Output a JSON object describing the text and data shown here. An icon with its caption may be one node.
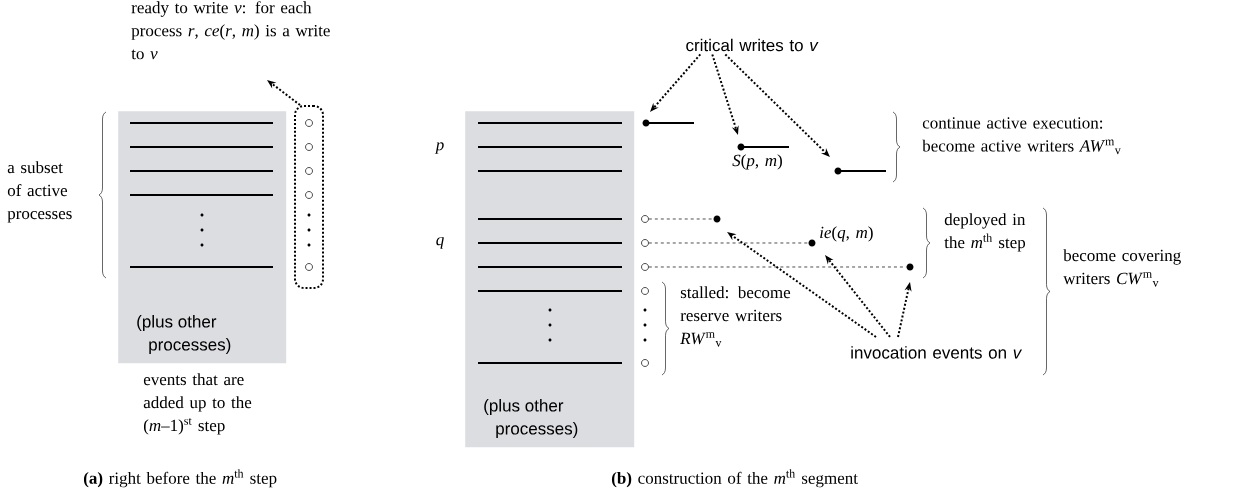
{
  "diagram": {
    "nodes": [
      {
        "text": [
          "ready to write *v*: for each process *r*, *ce*(*r*, *m*) is a write to *v*"
        ]
      },
      {
        "text": [],
        "shape": "box"
      },
      {
        "text": [
          "(plus other processes)"
        ],
        "beside": [
          "events that are added up to the (*m*–1)$^{st}$ step"
        ]
      },
      {
        "text": [
          "(plus other processes)"
        ]
      },
      {
        "text": [
          "critical writes to *v*"
        ]
      },
      {
        "text": [],
        "shape": "dot"
      },
      {
        "text": [],
        "shape": "dot",
        "beside": [
          "*S*(*p*, *m*)"
        ]
      },
      {
        "text": [],
        "shape": "dot"
      },
      {
        "text": [],
        "shape": "circle"
      },
      {
        "text": [],
        "shape": "circle"
      },
      {
        "text": [],
        "shape": "circle"
      },
      {
        "text": [],
        "shape": "dot"
      },
      {
        "text": [],
        "shape": "dot",
        "beside": [
          "*ie*(*q*, *m*)"
        ]
      },
      {
        "text": [],
        "shape": "dot"
      },
      {
        "text": [
          "invocation events on *v*"
        ]
      }
    ],
    "edges": [
      {
        "from": 1,
        "to": 0,
        "arrow": "to"
      },
      {
        "from": 4,
        "to": 5,
        "arrow": "to"
      },
      {
        "from": 4,
        "to": 6,
        "arrow": "to"
      },
      {
        "from": 4,
        "to": 7,
        "arrow": "to"
      },
      {
        "from": 8,
        "to": 11,
        "arrow": "none",
        "style": "dashed"
      },
      {
        "from": 9,
        "to": 12,
        "arrow": "none",
        "style": "dashed"
      },
      {
        "from": 10,
        "to": 13,
        "arrow": "none",
        "style": "dashed"
      },
      {
        "from": 14,
        "to": 11,
        "arrow": "to"
      },
      {
        "from": 14,
        "to": 12,
        "arrow": "to"
      },
      {
        "from": 14,
        "to": 13,
        "arrow": "to"
      }
    ],
    "labels": [
      "a subset of active processes",
      "**(a)** right before the *m*$^{th}$ step",
      "*p*",
      "*q*",
      "continue active execution: become active writers *AW*$^{m}$$_{v}$",
      "deployed in the *m*$^{th}$ step",
      "stalled: become reserve writers *RW*$^{m}$$_{v}$",
      "become covering writers *CW*$^{m}$$_{v}$",
      "**(b)** construction of the *m*$^{th}$ segment"
    ]
  }
}
